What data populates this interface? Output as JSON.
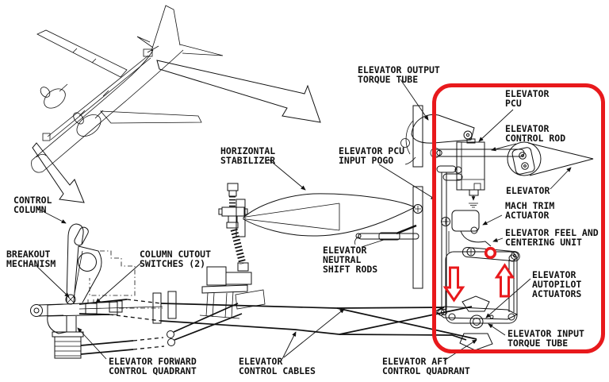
{
  "labels": {
    "control_column": "CONTROL\nCOLUMN",
    "breakout_mechanism": "BREAKOUT\nMECHANISM",
    "column_cutout_switches": "COLUMN CUTOUT\nSWITCHES (2)",
    "horizontal_stabilizer": "HORIZONTAL\nSTABILIZER",
    "elevator_output_torque_tube": "ELEVATOR OUTPUT\nTORQUE TUBE",
    "elevator_pcu_input_pogo": "ELEVATOR PCU\nINPUT POGO",
    "elevator_pcu": "ELEVATOR\nPCU",
    "elevator_control_rod": "ELEVATOR\nCONTROL ROD",
    "elevator": "ELEVATOR",
    "mach_trim_actuator": "MACH TRIM\nACTUATOR",
    "elevator_feel_and_centering_unit": "ELEVATOR FEEL AND\nCENTERING UNIT",
    "elevator_neutral_shift_rods": "ELEVATOR\nNEUTRAL\nSHIFT RODS",
    "elevator_autopilot_actuators": "ELEVATOR\nAUTOPILOT\nACTUATORS",
    "elevator_input_torque_tube": "ELEVATOR INPUT\nTORQUE TUBE",
    "elevator_aft_control_quadrant": "ELEVATOR AFT\nCONTROL QUADRANT",
    "elevator_control_cables": "ELEVATOR\nCONTROL CABLES",
    "elevator_forward_control_quadrant": "ELEVATOR FORWARD\nCONTROL QUADRANT"
  },
  "annotations": {
    "highlight_color": "#e8191c",
    "line_color": "#111111",
    "background_color": "#ffffff",
    "elements": [
      "highlight-box",
      "down-block-arrow",
      "up-block-arrow",
      "circle-marker"
    ]
  }
}
